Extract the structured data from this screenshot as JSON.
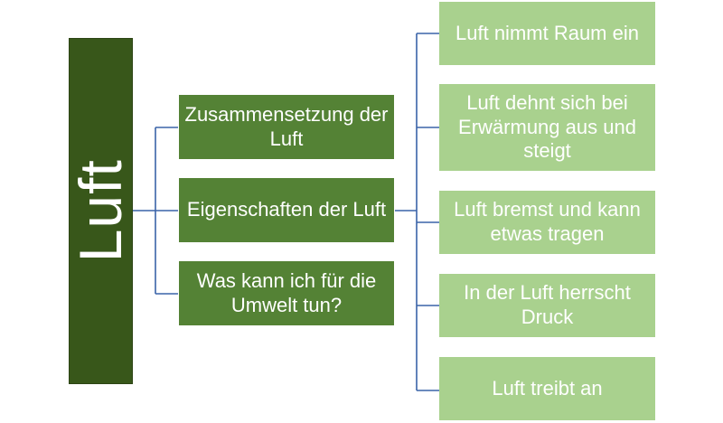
{
  "root": {
    "label": "Luft"
  },
  "topics": [
    {
      "label": "Zusammensetzung der Luft"
    },
    {
      "label": "Eigenschaften der Luft"
    },
    {
      "label": "Was kann ich für die Umwelt tun?"
    }
  ],
  "properties": [
    {
      "label": "Luft nimmt Raum ein"
    },
    {
      "label": "Luft dehnt sich bei Erwärmung aus und steigt"
    },
    {
      "label": "Luft bremst und kann etwas tragen"
    },
    {
      "label": "In der Luft herrscht Druck"
    },
    {
      "label": "Luft treibt an"
    }
  ],
  "colors": {
    "root_fill": "#38571a",
    "topic_fill": "#548235",
    "property_fill": "#a9d18e",
    "connector": "#3a63a8",
    "text": "#ffffff"
  }
}
